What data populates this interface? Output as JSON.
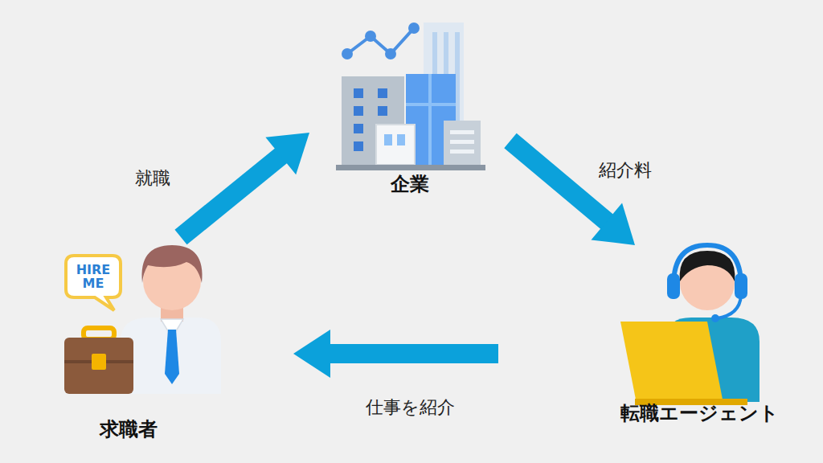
{
  "diagram": {
    "nodes": [
      {
        "text": [
          "企業"
        ]
      },
      {
        "text": [
          "求職者"
        ]
      },
      {
        "text": [
          "転職エージェント"
        ]
      }
    ],
    "edges": [
      {
        "from": 1,
        "to": 0,
        "arrow": "to",
        "label": "就職"
      },
      {
        "from": 0,
        "to": 2,
        "arrow": "to",
        "label": "紹介料"
      },
      {
        "from": 2,
        "to": 1,
        "arrow": "to",
        "label": "仕事を紹介"
      }
    ],
    "labels": [
      "HIRE ME"
    ]
  }
}
